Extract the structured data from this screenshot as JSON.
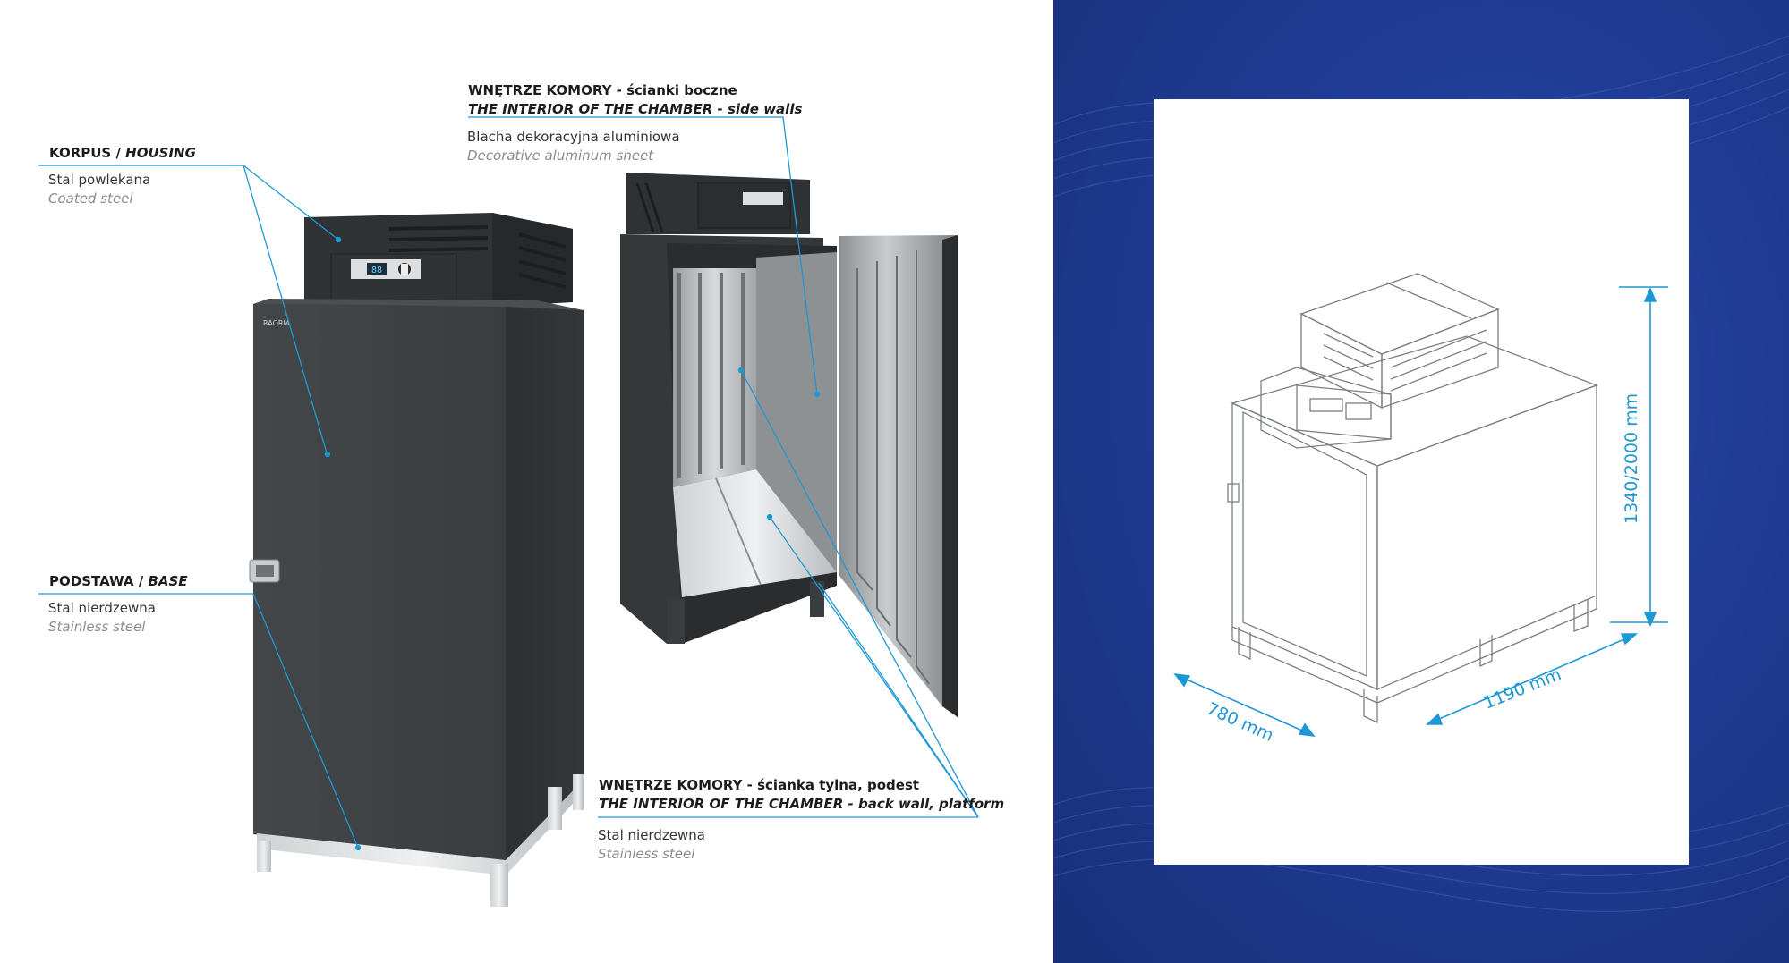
{
  "labels": {
    "housing": {
      "head_pl": "KORPUS / ",
      "head_en": "HOUSING",
      "material_pl": "Stal powlekana",
      "material_en": "Coated steel"
    },
    "base": {
      "head_pl": "PODSTAWA / ",
      "head_en": "BASE",
      "material_pl": "Stal nierdzewna",
      "material_en": "Stainless steel"
    },
    "side_walls": {
      "head_pl": "WNĘTRZE KOMORY - ścianki boczne",
      "head_en": "THE INTERIOR OF THE CHAMBER - side walls",
      "material_pl": "Blacha dekoracyjna aluminiowa",
      "material_en": "Decorative aluminum sheet"
    },
    "back_wall": {
      "head_pl": "WNĘTRZE KOMORY - ścianka tylna, podest",
      "head_en": "THE INTERIOR OF THE CHAMBER - back wall, platform",
      "material_pl": "Stal nierdzewna",
      "material_en": "Stainless steel"
    }
  },
  "product": {
    "brand_mark": "RAORM",
    "controller_display": "88"
  },
  "dimensions": {
    "depth": "780 mm",
    "width": "1190 mm",
    "height": "1340/2000 mm"
  },
  "colors": {
    "callout_line": "#1d98d4",
    "cabinet_dark": "#3a3d40",
    "background_blue": "#1f3b93",
    "dimension_text": "#1d98d4"
  }
}
